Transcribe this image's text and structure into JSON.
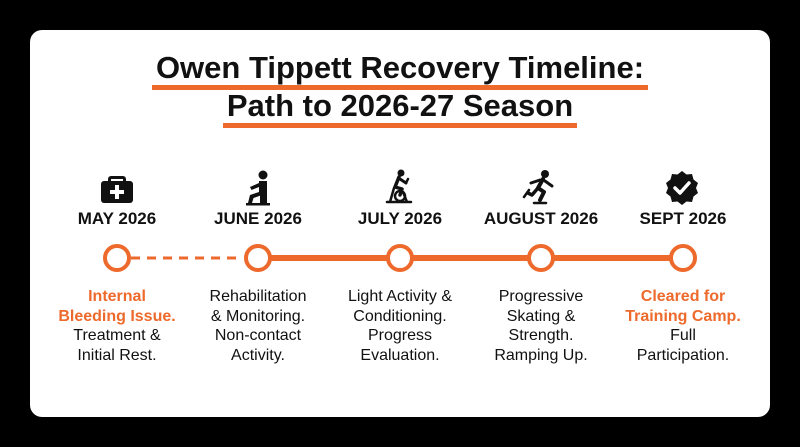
{
  "title": {
    "line1": "Owen Tippett Recovery Timeline:",
    "line2": "Path to 2026-27 Season"
  },
  "colors": {
    "accent": "#ee6a2c",
    "text": "#111111",
    "background": "#000000",
    "card": "#ffffff"
  },
  "timeline": [
    {
      "month": "MAY 2026",
      "icon": "medical-kit-icon",
      "highlight": [
        "Internal",
        "Bleeding Issue."
      ],
      "lines": [
        "Treatment &",
        "Initial Rest."
      ],
      "connector_to_next": "dashed"
    },
    {
      "month": "JUNE 2026",
      "icon": "stretching-person-icon",
      "highlight": [],
      "lines": [
        "Rehabilitation",
        "& Monitoring.",
        "Non-contact",
        "Activity."
      ],
      "connector_to_next": "solid"
    },
    {
      "month": "JULY 2026",
      "icon": "exercise-bike-icon",
      "highlight": [],
      "lines": [
        "Light Activity &",
        "Conditioning.",
        "Progress",
        "Evaluation."
      ],
      "connector_to_next": "solid"
    },
    {
      "month": "AUGUST 2026",
      "icon": "skater-icon",
      "highlight": [],
      "lines": [
        "Progressive",
        "Skating &",
        "Strength.",
        "Ramping Up."
      ],
      "connector_to_next": "solid"
    },
    {
      "month": "SEPT 2026",
      "icon": "verified-badge-icon",
      "highlight": [
        "Cleared for",
        "Training Camp."
      ],
      "lines": [
        "Full",
        "Participation."
      ],
      "connector_to_next": null
    }
  ]
}
